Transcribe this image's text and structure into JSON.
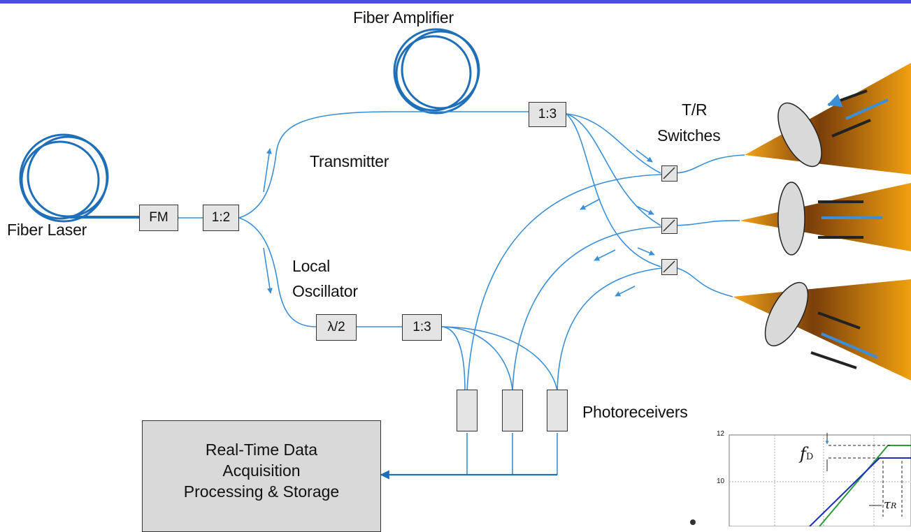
{
  "colors": {
    "fiber": "#3a8fd6",
    "top_bar": "#4a4de0",
    "box_fill": "#e4e4e4",
    "daq_fill": "#d9d9d9",
    "cone": "#f0a010",
    "chart_blue": "#1a2fb8",
    "chart_green": "#2f9a3a"
  },
  "labels": {
    "fiber_amplifier": "Fiber Amplifier",
    "fiber_laser": "Fiber Laser",
    "transmitter": "Transmitter",
    "local_line1": "Local",
    "local_line2": "Oscillator",
    "tr_line1": "T/R",
    "tr_line2": "Switches",
    "photoreceivers": "Photoreceivers"
  },
  "boxes": {
    "fm": "FM",
    "split_12": "1:2",
    "split_13_tx": "1:3",
    "half_wave": "λ/2",
    "split_13_lo": "1:3"
  },
  "daq": {
    "line1": "Real-Time Data",
    "line2": "Acquisition",
    "line3": "Processing & Storage"
  },
  "chart_data": {
    "type": "line",
    "yticks": [
      "12",
      "10"
    ],
    "annotations": {
      "fd": "f",
      "fd_sub": "D",
      "tau": "τ",
      "tau_sub": "R"
    },
    "series": [
      {
        "color": "#1a2fb8"
      },
      {
        "color": "#2f9a3a"
      }
    ]
  }
}
